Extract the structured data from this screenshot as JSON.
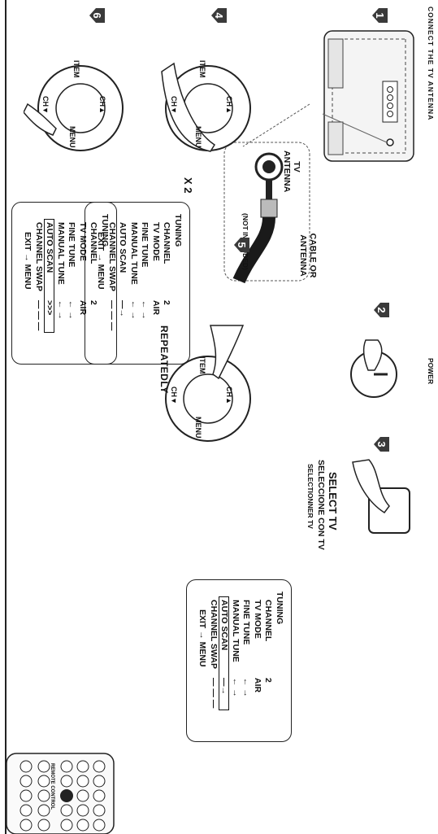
{
  "header_text": "CONNECT THE TV ANTENNA",
  "steps": [
    "1",
    "2",
    "3",
    "4",
    "5",
    "6"
  ],
  "connection": {
    "cable_label": "CABLE OR ANTENNA",
    "not_included": "(NOT INCLUDED)",
    "jack_label": "TV ANTENNA"
  },
  "power_label": "POWER",
  "select_tv": {
    "en": "SELECT TV",
    "es": "SELECCIONE CON TV",
    "fr": "SELECTIONNER TV"
  },
  "wheel": {
    "ch_up": "CH▲",
    "ch_down": "CH▼",
    "item": "ITEM",
    "menu": "MENU"
  },
  "step4_multiplier": "X 2",
  "step5_note": "REPEATEDLY",
  "remote_label": "REMOTE CONTROL",
  "menus": {
    "step3": {
      "title": "TUNING",
      "rows": [
        {
          "label": "CHANNEL",
          "value": "2"
        },
        {
          "label": "TV MODE",
          "value": "AIR"
        },
        {
          "label": "FINE TUNE",
          "value": "← →"
        },
        {
          "label": "MANUAL TUNE",
          "value": "← →"
        },
        {
          "label": "AUTO SCAN",
          "value": "—→"
        },
        {
          "label": "CHANNEL SWAP",
          "value": "— — —"
        }
      ],
      "highlight_index": 4,
      "footer": "EXIT → MENU"
    },
    "step4": {
      "title": "TUNING",
      "rows": [
        {
          "label": "CHANNEL",
          "value": "2"
        },
        {
          "label": "TV MODE",
          "value": "AIR"
        },
        {
          "label": "FINE TUNE",
          "value": "← →"
        },
        {
          "label": "MANUAL TUNE",
          "value": "← →"
        },
        {
          "label": "AUTO SCAN",
          "value": "—→"
        },
        {
          "label": "CHANNEL SWAP",
          "value": "— — —"
        }
      ],
      "highlight_index": -1,
      "footer": "EXIT → MENU"
    },
    "step6": {
      "title": "TUNING",
      "rows": [
        {
          "label": "CHANNEL",
          "value": "2"
        },
        {
          "label": "TV MODE",
          "value": "AIR"
        },
        {
          "label": "FINE TUNE",
          "value": "← →"
        },
        {
          "label": "MANUAL TUNE",
          "value": "← →"
        },
        {
          "label": "AUTO SCAN",
          "value": ">>>"
        },
        {
          "label": "CHANNEL SWAP",
          "value": "— — —"
        }
      ],
      "highlight_index": 4,
      "footer": "EXIT → MENU"
    }
  },
  "colors": {
    "ink": "#111111",
    "badge": "#3a3a3a",
    "cable": "#1a1a1a"
  }
}
